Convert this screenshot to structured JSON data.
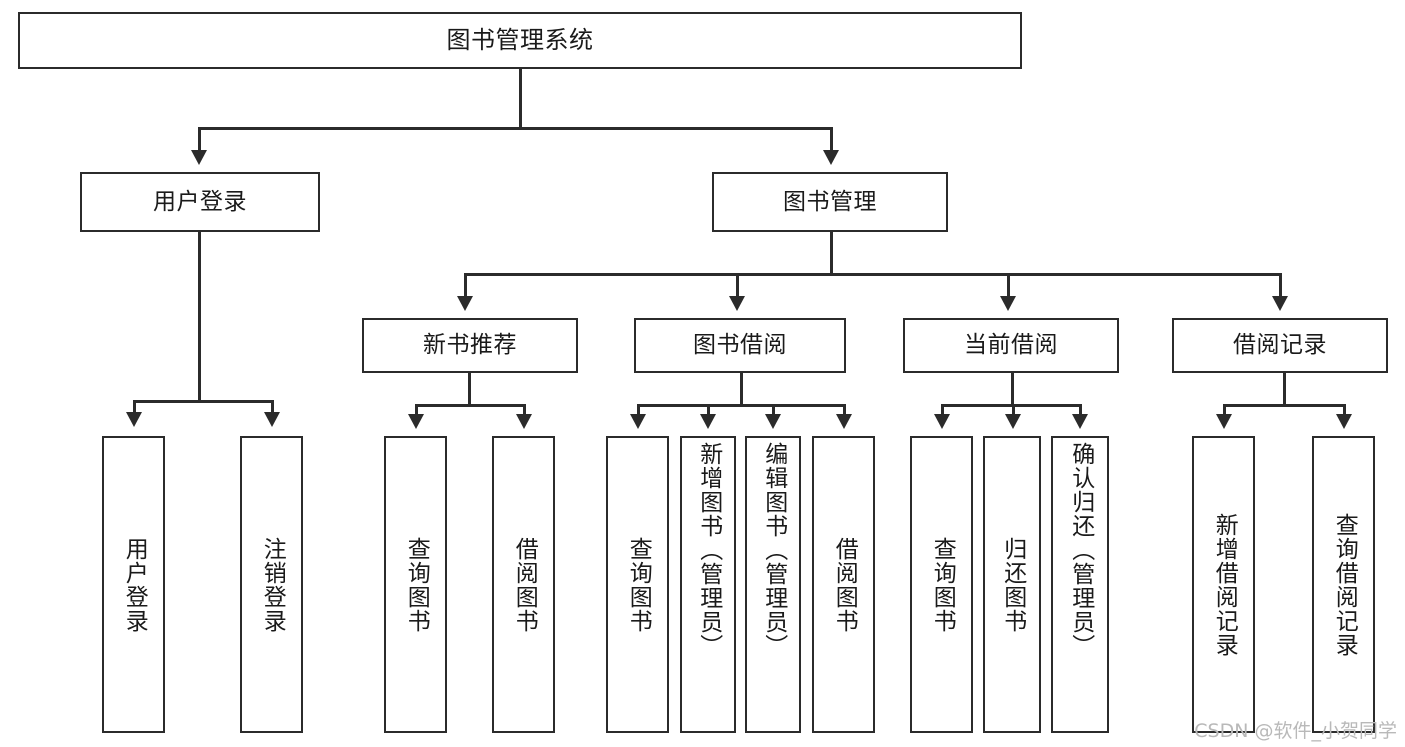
{
  "diagram": {
    "title": "图书管理系统",
    "type": "tree",
    "watermark": "CSDN @软件_小贺同学",
    "colors": {
      "stroke": "#2b2b2b",
      "box_fill": "#ffffff",
      "text": "#1a1a1a",
      "background": "#ffffff",
      "watermark": "#b9b9b9"
    },
    "nodes": {
      "root": {
        "label": "图书管理系统",
        "level": 1
      },
      "level2": [
        {
          "id": "user-login",
          "label": "用户登录"
        },
        {
          "id": "book-manage",
          "label": "图书管理"
        }
      ],
      "level3": [
        {
          "id": "new-book-rec",
          "label": "新书推荐",
          "parent": "book-manage"
        },
        {
          "id": "book-borrow",
          "label": "图书借阅",
          "parent": "book-manage"
        },
        {
          "id": "current-borrow",
          "label": "当前借阅",
          "parent": "book-manage"
        },
        {
          "id": "borrow-record",
          "label": "借阅记录",
          "parent": "book-manage"
        }
      ],
      "leaves": [
        {
          "id": "leaf-user-login",
          "label": "用户登录",
          "parent": "user-login"
        },
        {
          "id": "leaf-logout",
          "label": "注销登录",
          "parent": "user-login"
        },
        {
          "id": "leaf-query-book-1",
          "label": "查询图书",
          "parent": "new-book-rec"
        },
        {
          "id": "leaf-borrow-book-1",
          "label": "借阅图书",
          "parent": "new-book-rec"
        },
        {
          "id": "leaf-query-book-2",
          "label": "查询图书",
          "parent": "book-borrow"
        },
        {
          "id": "leaf-add-book",
          "label": "新增图书（管理员）",
          "parent": "book-borrow"
        },
        {
          "id": "leaf-edit-book",
          "label": "编辑图书（管理员）",
          "parent": "book-borrow"
        },
        {
          "id": "leaf-borrow-book-2",
          "label": "借阅图书",
          "parent": "book-borrow"
        },
        {
          "id": "leaf-query-book-3",
          "label": "查询图书",
          "parent": "current-borrow"
        },
        {
          "id": "leaf-return-book",
          "label": "归还图书",
          "parent": "current-borrow"
        },
        {
          "id": "leaf-confirm-return",
          "label": "确认归还（管理员）",
          "parent": "current-borrow"
        },
        {
          "id": "leaf-add-record",
          "label": "新增借阅记录",
          "parent": "borrow-record"
        },
        {
          "id": "leaf-query-record",
          "label": "查询借阅记录",
          "parent": "borrow-record"
        }
      ]
    }
  }
}
